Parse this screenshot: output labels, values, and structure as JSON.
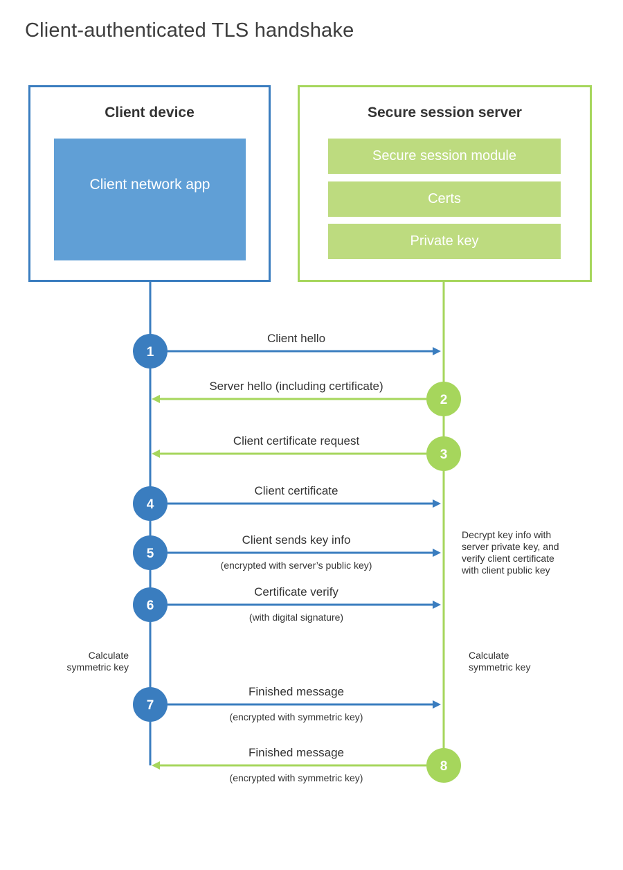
{
  "title": "Client-authenticated TLS handshake",
  "colors": {
    "client": "#3a7dbf",
    "client_fill": "#609fd6",
    "server": "#a6d65c",
    "server_fill": "#bddb7f"
  },
  "client": {
    "title": "Client device",
    "app_label": "Client network app"
  },
  "server": {
    "title": "Secure session server",
    "modules": [
      "Secure session module",
      "Certs",
      "Private key"
    ]
  },
  "steps": [
    {
      "num": "1",
      "label": "Client hello",
      "sub": "",
      "direction": "client-to-server"
    },
    {
      "num": "2",
      "label": "Server hello (including certificate)",
      "sub": "",
      "direction": "server-to-client"
    },
    {
      "num": "3",
      "label": "Client certificate request",
      "sub": "",
      "direction": "server-to-client"
    },
    {
      "num": "4",
      "label": "Client certificate",
      "sub": "",
      "direction": "client-to-server"
    },
    {
      "num": "5",
      "label": "Client sends key info",
      "sub": "(encrypted with server’s public key)",
      "direction": "client-to-server"
    },
    {
      "num": "6",
      "label": "Certificate verify",
      "sub": "(with digital signature)",
      "direction": "client-to-server"
    },
    {
      "num": "7",
      "label": "Finished message",
      "sub": "(encrypted with symmetric key)",
      "direction": "client-to-server"
    },
    {
      "num": "8",
      "label": "Finished message",
      "sub": "(encrypted with symmetric key)",
      "direction": "server-to-client"
    }
  ],
  "notes": {
    "server_decrypt": [
      "Decrypt key info with",
      "server private key, and",
      "verify client certificate",
      "with client public key"
    ],
    "client_calc": [
      "Calculate",
      "symmetric key"
    ],
    "server_calc": [
      "Calculate",
      "symmetric key"
    ]
  }
}
